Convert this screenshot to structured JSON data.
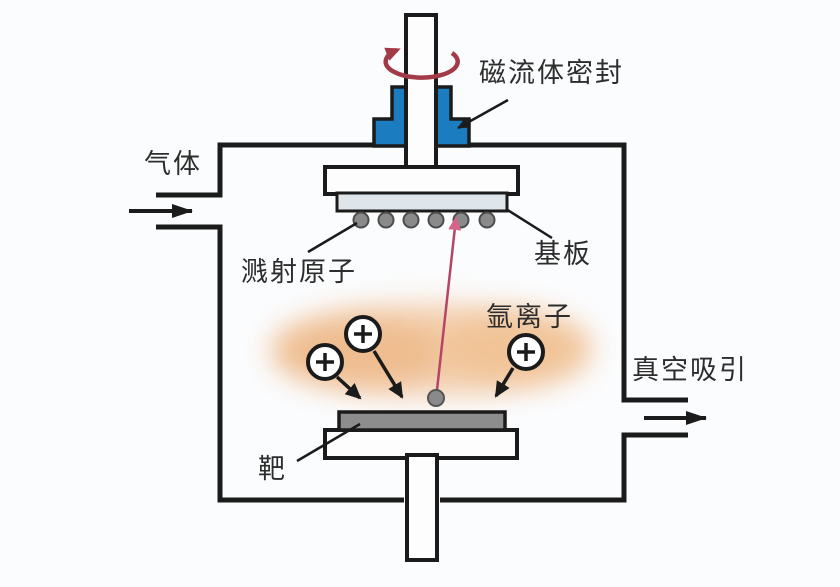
{
  "diagram": {
    "title_implicit": "sputtering deposition chamber diagram",
    "labels": {
      "gas": "气体",
      "magnetic_fluid_seal": "磁流体密封",
      "sputtered_atoms": "溅射原子",
      "substrate": "基板",
      "argon_ions": "氩离子",
      "target": "靶",
      "vacuum_suction": "真空吸引"
    },
    "ion_symbol": "+",
    "ion_count": 3,
    "sputtered_atom_dot_count": 6,
    "icons": [
      "rotation-arrow-icon",
      "gas-flow-arrow-icon",
      "vacuum-flow-arrow-icon",
      "ion-plus-icon",
      "ion-bombardment-arrow-icon",
      "atom-trajectory-arrow-icon"
    ],
    "colors": {
      "bg": "#fbfcfd",
      "line": "#1b1b1b",
      "seal": "#1b7dc0",
      "substrate": "#dee5eb",
      "target": "#8d8d8d",
      "atom": "#8a8a8a",
      "plasma": "#efb988",
      "rotation": "#a23a48",
      "trajectory": "#b44566",
      "text": "#2d2d2d"
    }
  }
}
